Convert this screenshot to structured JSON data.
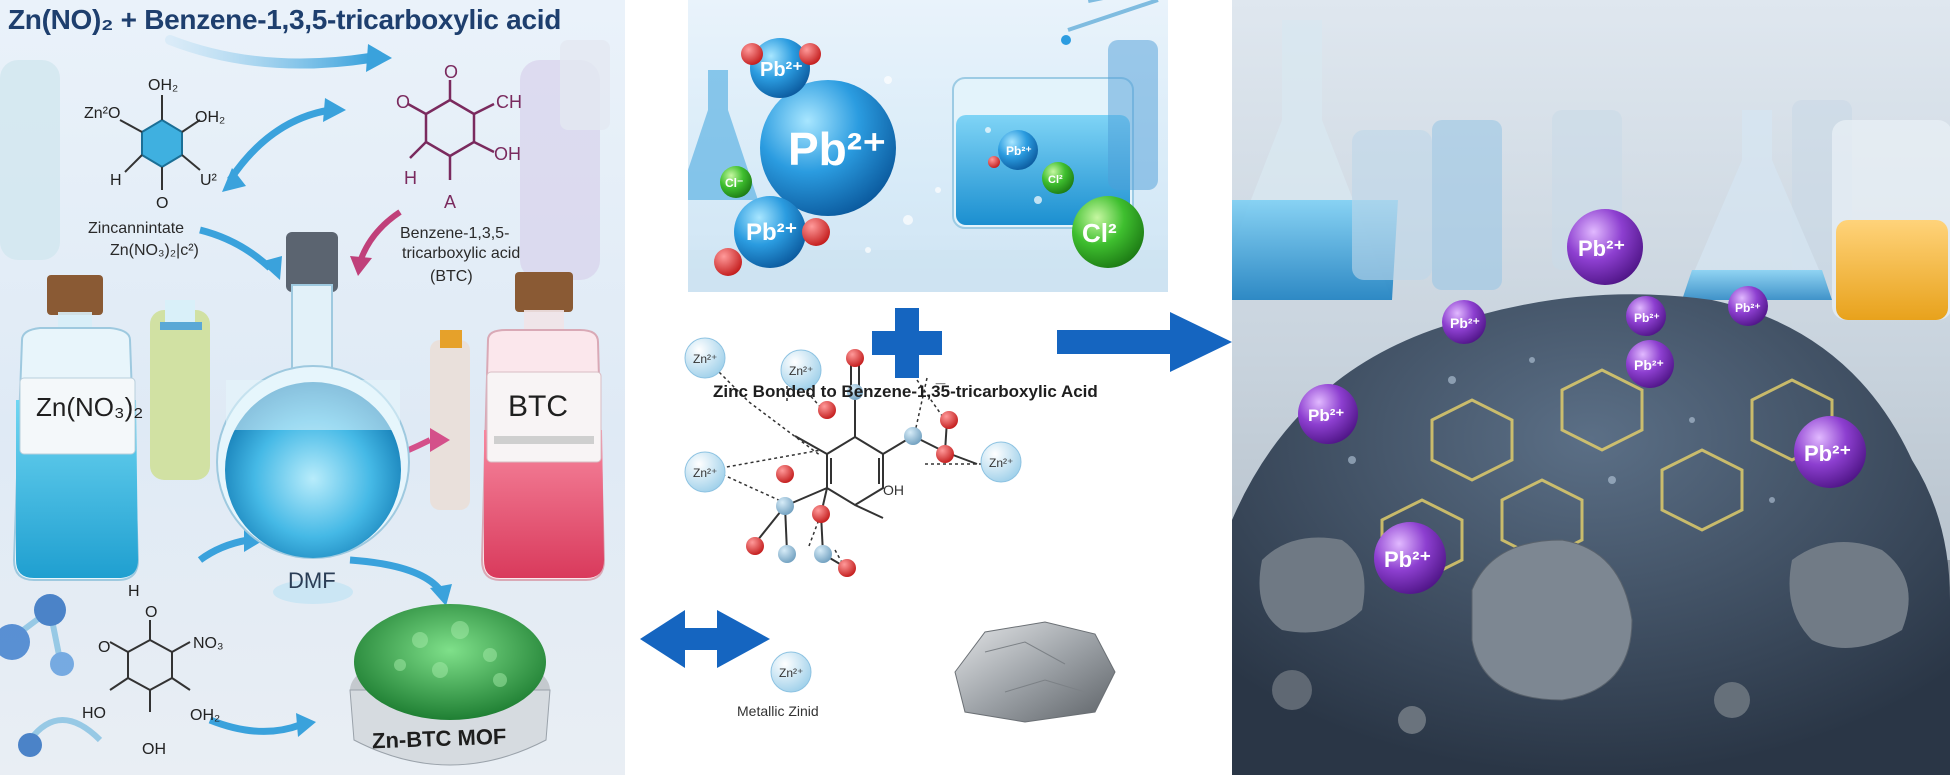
{
  "left_panel": {
    "header": "Zn(NO)₂ + Benzene-1,3,5-tricarboxylic acid",
    "zinc_label_1": "Zincannintate",
    "zinc_label_2": "Zn(NO₃)₂|c²)",
    "btc_label_1": "Benzene-1,3,5-",
    "btc_label_2": "tricarboxylic acid",
    "btc_label_3": "(BTC)",
    "bottle_zn_label": "Zn(NO₃)₂",
    "bottle_btc_label": "BTC",
    "flask_label": "DMF",
    "dish_label": "Zn-BTC MOF",
    "molecule_top_labels": [
      "Zn²O",
      "OH₂",
      "OH₂",
      "H",
      "O",
      "U²"
    ],
    "molecule_btc_labels": [
      "O",
      "O",
      "CH",
      "OH",
      "H",
      "A"
    ],
    "molecule_bottom_labels": [
      "H",
      "O",
      "O",
      "NO₃",
      "HO",
      "OH₂",
      "OH"
    ]
  },
  "top_panel": {
    "ions": [
      "Pb²⁺",
      "Pb²⁺",
      "Pb²⁺",
      "Pb²⁺",
      "Cl²",
      "Cl²",
      "Cl⁻"
    ]
  },
  "middle": {
    "plus_symbol": "+",
    "diagram_title": "Zinc Bonded to Benzene-1,3̅5-tricarboxylic Acid",
    "zinc_ions": [
      "Zn²⁺",
      "Zn²⁺",
      "Zn²⁺",
      "Zn²⁺",
      "Zn²⁺"
    ],
    "oh_label": "OH",
    "metal_label": "Metallic Zinid"
  },
  "right_panel": {
    "lead_ions": [
      "Pb²⁺",
      "Pb²⁺",
      "Pb²⁺",
      "Pb²⁺",
      "Pb²⁺",
      "Pb²⁺",
      "Pb²⁺",
      "Pb²⁺"
    ]
  },
  "colors": {
    "arrow_blue": "#1565c0",
    "lead_purple": "#7b2fbe",
    "zn_blue": "#2fb6e0",
    "btc_pink": "#e04a6e",
    "mof_green": "#2e9e3e"
  }
}
